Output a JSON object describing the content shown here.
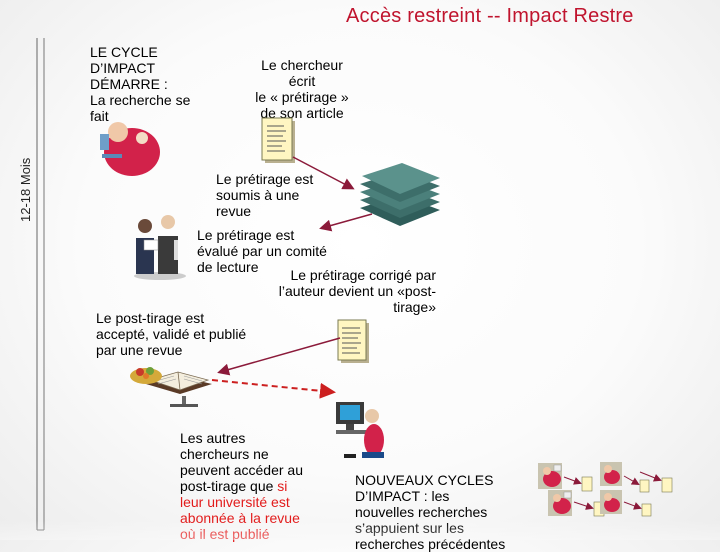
{
  "title": "Accès restreint -- Impact Restre",
  "timeline_label": "12-18 Mois",
  "texts": {
    "cycle_start": [
      "LE CYCLE",
      "D’IMPACT",
      "DÉMARRE :",
      "La recherche se",
      "fait"
    ],
    "researcher_writes": [
      "Le chercheur",
      "écrit",
      "le « prétirage »",
      "de son article"
    ],
    "submitted": [
      "Le prétirage est",
      "soumis à une",
      "revue"
    ],
    "evaluated": [
      "Le prétirage est",
      "évalué par un comité",
      "de lecture"
    ],
    "corrected": [
      "Le prétirage corrigé par",
      "l’auteur devient un «post-",
      "tirage»"
    ],
    "accepted": [
      "Le post-tirage est",
      "accepté, validé et publié",
      "par une revue"
    ],
    "others_access_a": [
      "Les autres",
      "chercheurs ne",
      "peuvent accéder au"
    ],
    "others_access_b": "post-tirage que ",
    "others_access_si": "si",
    "others_access_c": [
      "leur université est",
      "abonnée à la revue",
      "où il est publié"
    ],
    "new_cycles": [
      "NOUVEAUX CYCLES",
      "D’IMPACT : les",
      "nouvelles recherches",
      "s’appuient sur les",
      "recherches précédentes"
    ]
  },
  "colors": {
    "title": "#c0142e",
    "highlight": "#e21b1b",
    "arrow": "#8b1a3a",
    "journals": "#3d6e6a",
    "paper": "#fff6c2"
  },
  "icons": [
    "researcher-icon",
    "manuscript-icon",
    "journal-stack-icon",
    "reviewers-icon",
    "postprint-icon",
    "published-book-icon",
    "computer-user-icon",
    "new-cycles-icon"
  ]
}
